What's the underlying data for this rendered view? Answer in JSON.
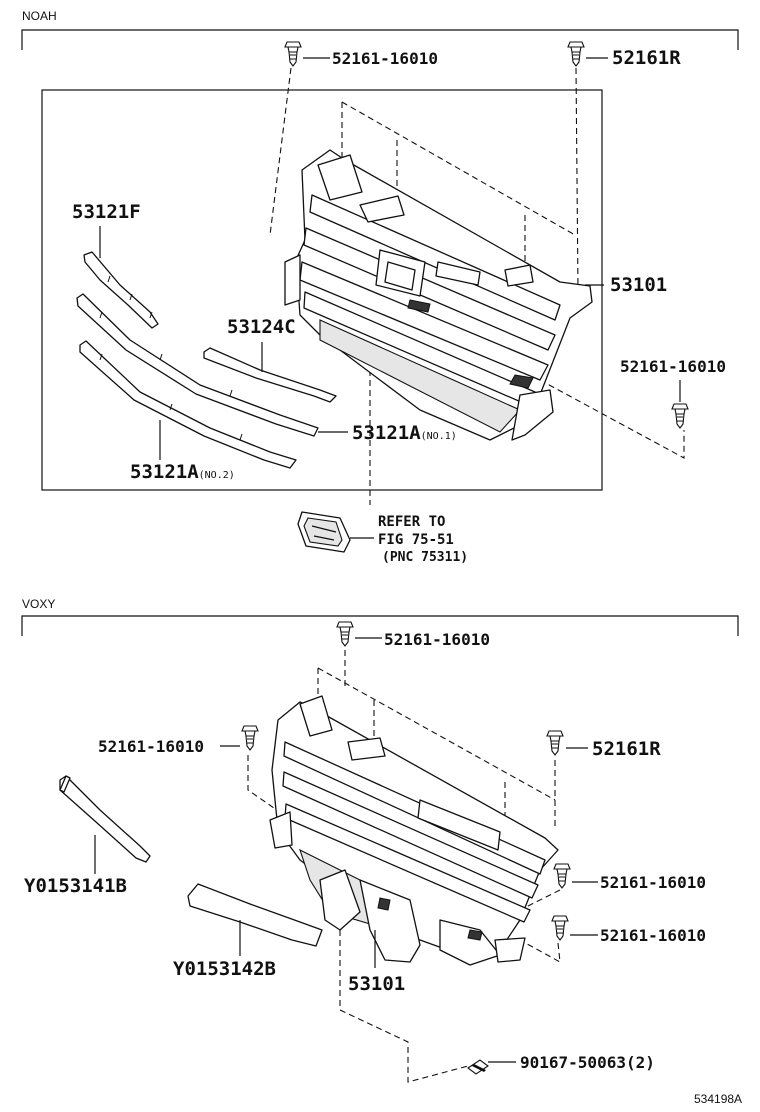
{
  "sections": {
    "noah": "NOAH",
    "voxy": "VOXY"
  },
  "noah": {
    "clip_top_left": "52161-16010",
    "clip_top_right": "52161R",
    "grille": "53101",
    "clip_right": "52161-16010",
    "moulding_f": "53121F",
    "moulding_c": "53124C",
    "moulding_a1": "53121A",
    "moulding_a1_suffix": "(NO.1)",
    "moulding_a2": "53121A",
    "moulding_a2_suffix": "(NO.2)",
    "refer_line1": "REFER TO",
    "refer_line2": "FIG 75-51",
    "refer_line3": "(PNC 75311)"
  },
  "voxy": {
    "clip_top": "52161-16010",
    "clip_left": "52161-16010",
    "clip_right_r": "52161R",
    "clip_right_1": "52161-16010",
    "clip_right_2": "52161-16010",
    "grille": "53101",
    "accessory_1": "Y0153141B",
    "accessory_2": "Y0153142B",
    "screw": "90167-50063(2)"
  },
  "footer": {
    "diagram_id": "534198A"
  }
}
